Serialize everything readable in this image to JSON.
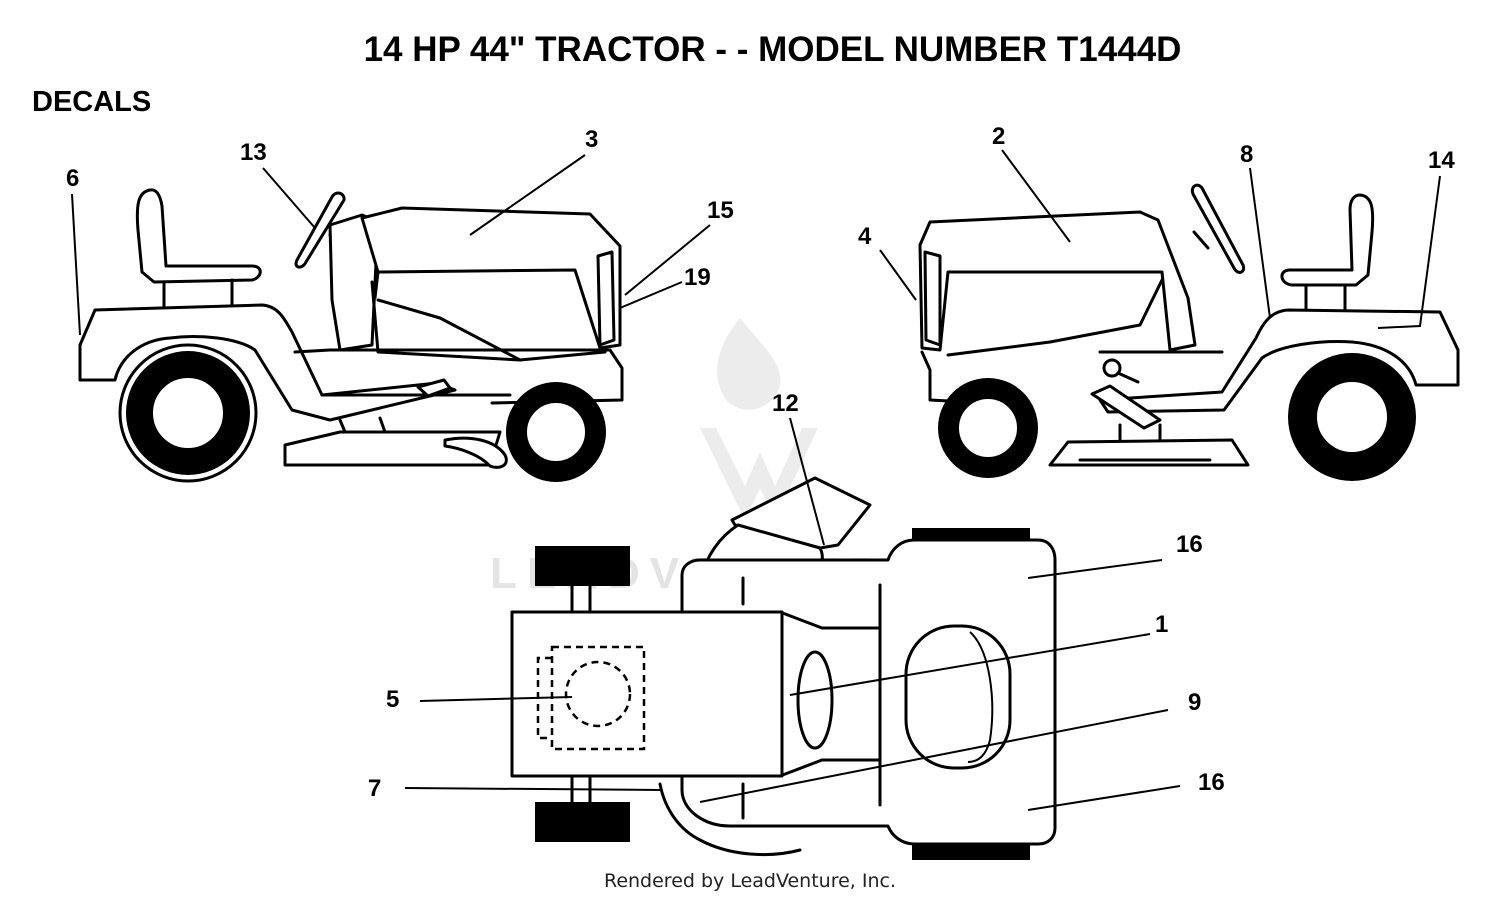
{
  "title": "14 HP 44\" TRACTOR - - MODEL NUMBER T1444D",
  "section": "DECALS",
  "footer": "Rendered by LeadVenture, Inc.",
  "watermark": "LEADVENTURE",
  "callouts": {
    "c1": "1",
    "c2": "2",
    "c3": "3",
    "c4": "4",
    "c5": "5",
    "c6": "6",
    "c7": "7",
    "c8": "8",
    "c9": "9",
    "c12": "12",
    "c13": "13",
    "c14": "14",
    "c15": "15",
    "c16a": "16",
    "c16b": "16",
    "c19": "19"
  }
}
